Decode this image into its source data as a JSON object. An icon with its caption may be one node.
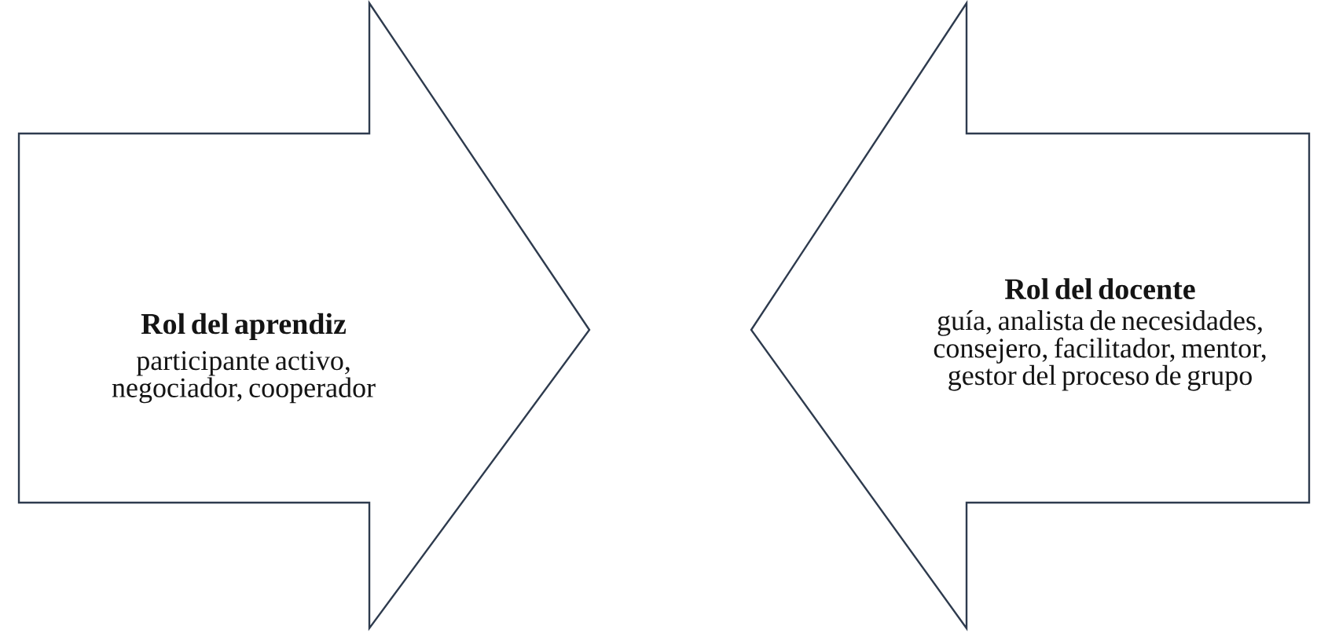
{
  "diagram": {
    "nodes": [
      {
        "text": [
          "Rol del aprendiz",
          "participante activo, negociador, cooperador"
        ]
      },
      {
        "text": [
          "Rol del docente",
          "guía, analista de necesidades, consejero, facilitador, mentor, gestor del proceso de grupo"
        ]
      }
    ]
  }
}
